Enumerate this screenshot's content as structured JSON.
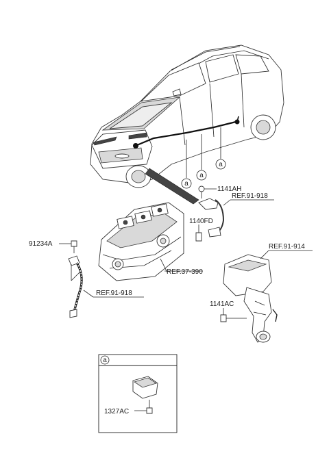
{
  "callout_letter": "a",
  "parts": {
    "p1141AH": "1141AH",
    "p1140FD": "1140FD",
    "p91234A": "91234A",
    "p1141AC": "1141AC",
    "p1327AC": "1327AC"
  },
  "refs": {
    "ref_918_top": "REF.91-918",
    "ref_914": "REF.91-914",
    "ref_37_390": "REF.37-390",
    "ref_918_left": "REF.91-918"
  },
  "detail_box": {
    "letter": "a"
  }
}
